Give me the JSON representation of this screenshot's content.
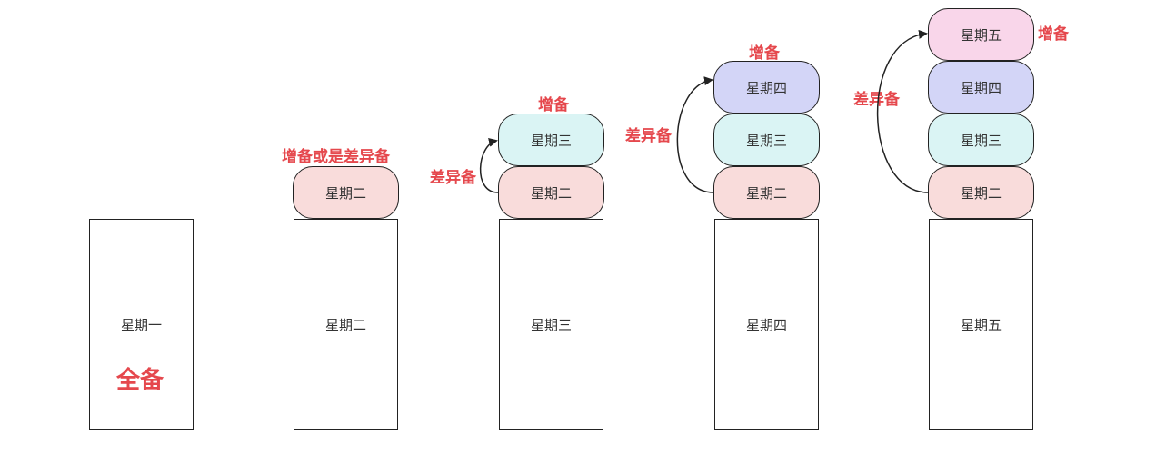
{
  "colors": {
    "pink": "#f9dcdb",
    "cyan": "#daf4f4",
    "lavender": "#d3d5f7",
    "magenta": "#f9d6ea",
    "label_red": "#e5484d",
    "stroke": "#222222"
  },
  "columns": [
    {
      "day": "星期一",
      "note": "全备",
      "blocks": []
    },
    {
      "day": "星期二",
      "top_label": "增备或是差异备",
      "blocks": [
        {
          "label": "星期二",
          "color": "pink"
        }
      ]
    },
    {
      "day": "星期三",
      "top_label": "增备",
      "side_label": "差异备",
      "blocks": [
        {
          "label": "星期二",
          "color": "pink"
        },
        {
          "label": "星期三",
          "color": "cyan"
        }
      ]
    },
    {
      "day": "星期四",
      "top_label": "增备",
      "side_label": "差异备",
      "blocks": [
        {
          "label": "星期二",
          "color": "pink"
        },
        {
          "label": "星期三",
          "color": "cyan"
        },
        {
          "label": "星期四",
          "color": "lavender"
        }
      ]
    },
    {
      "day": "星期五",
      "top_label": "增备",
      "side_label": "差异备",
      "blocks": [
        {
          "label": "星期二",
          "color": "pink"
        },
        {
          "label": "星期三",
          "color": "cyan"
        },
        {
          "label": "星期四",
          "color": "lavender"
        },
        {
          "label": "星期五",
          "color": "magenta"
        }
      ]
    }
  ]
}
